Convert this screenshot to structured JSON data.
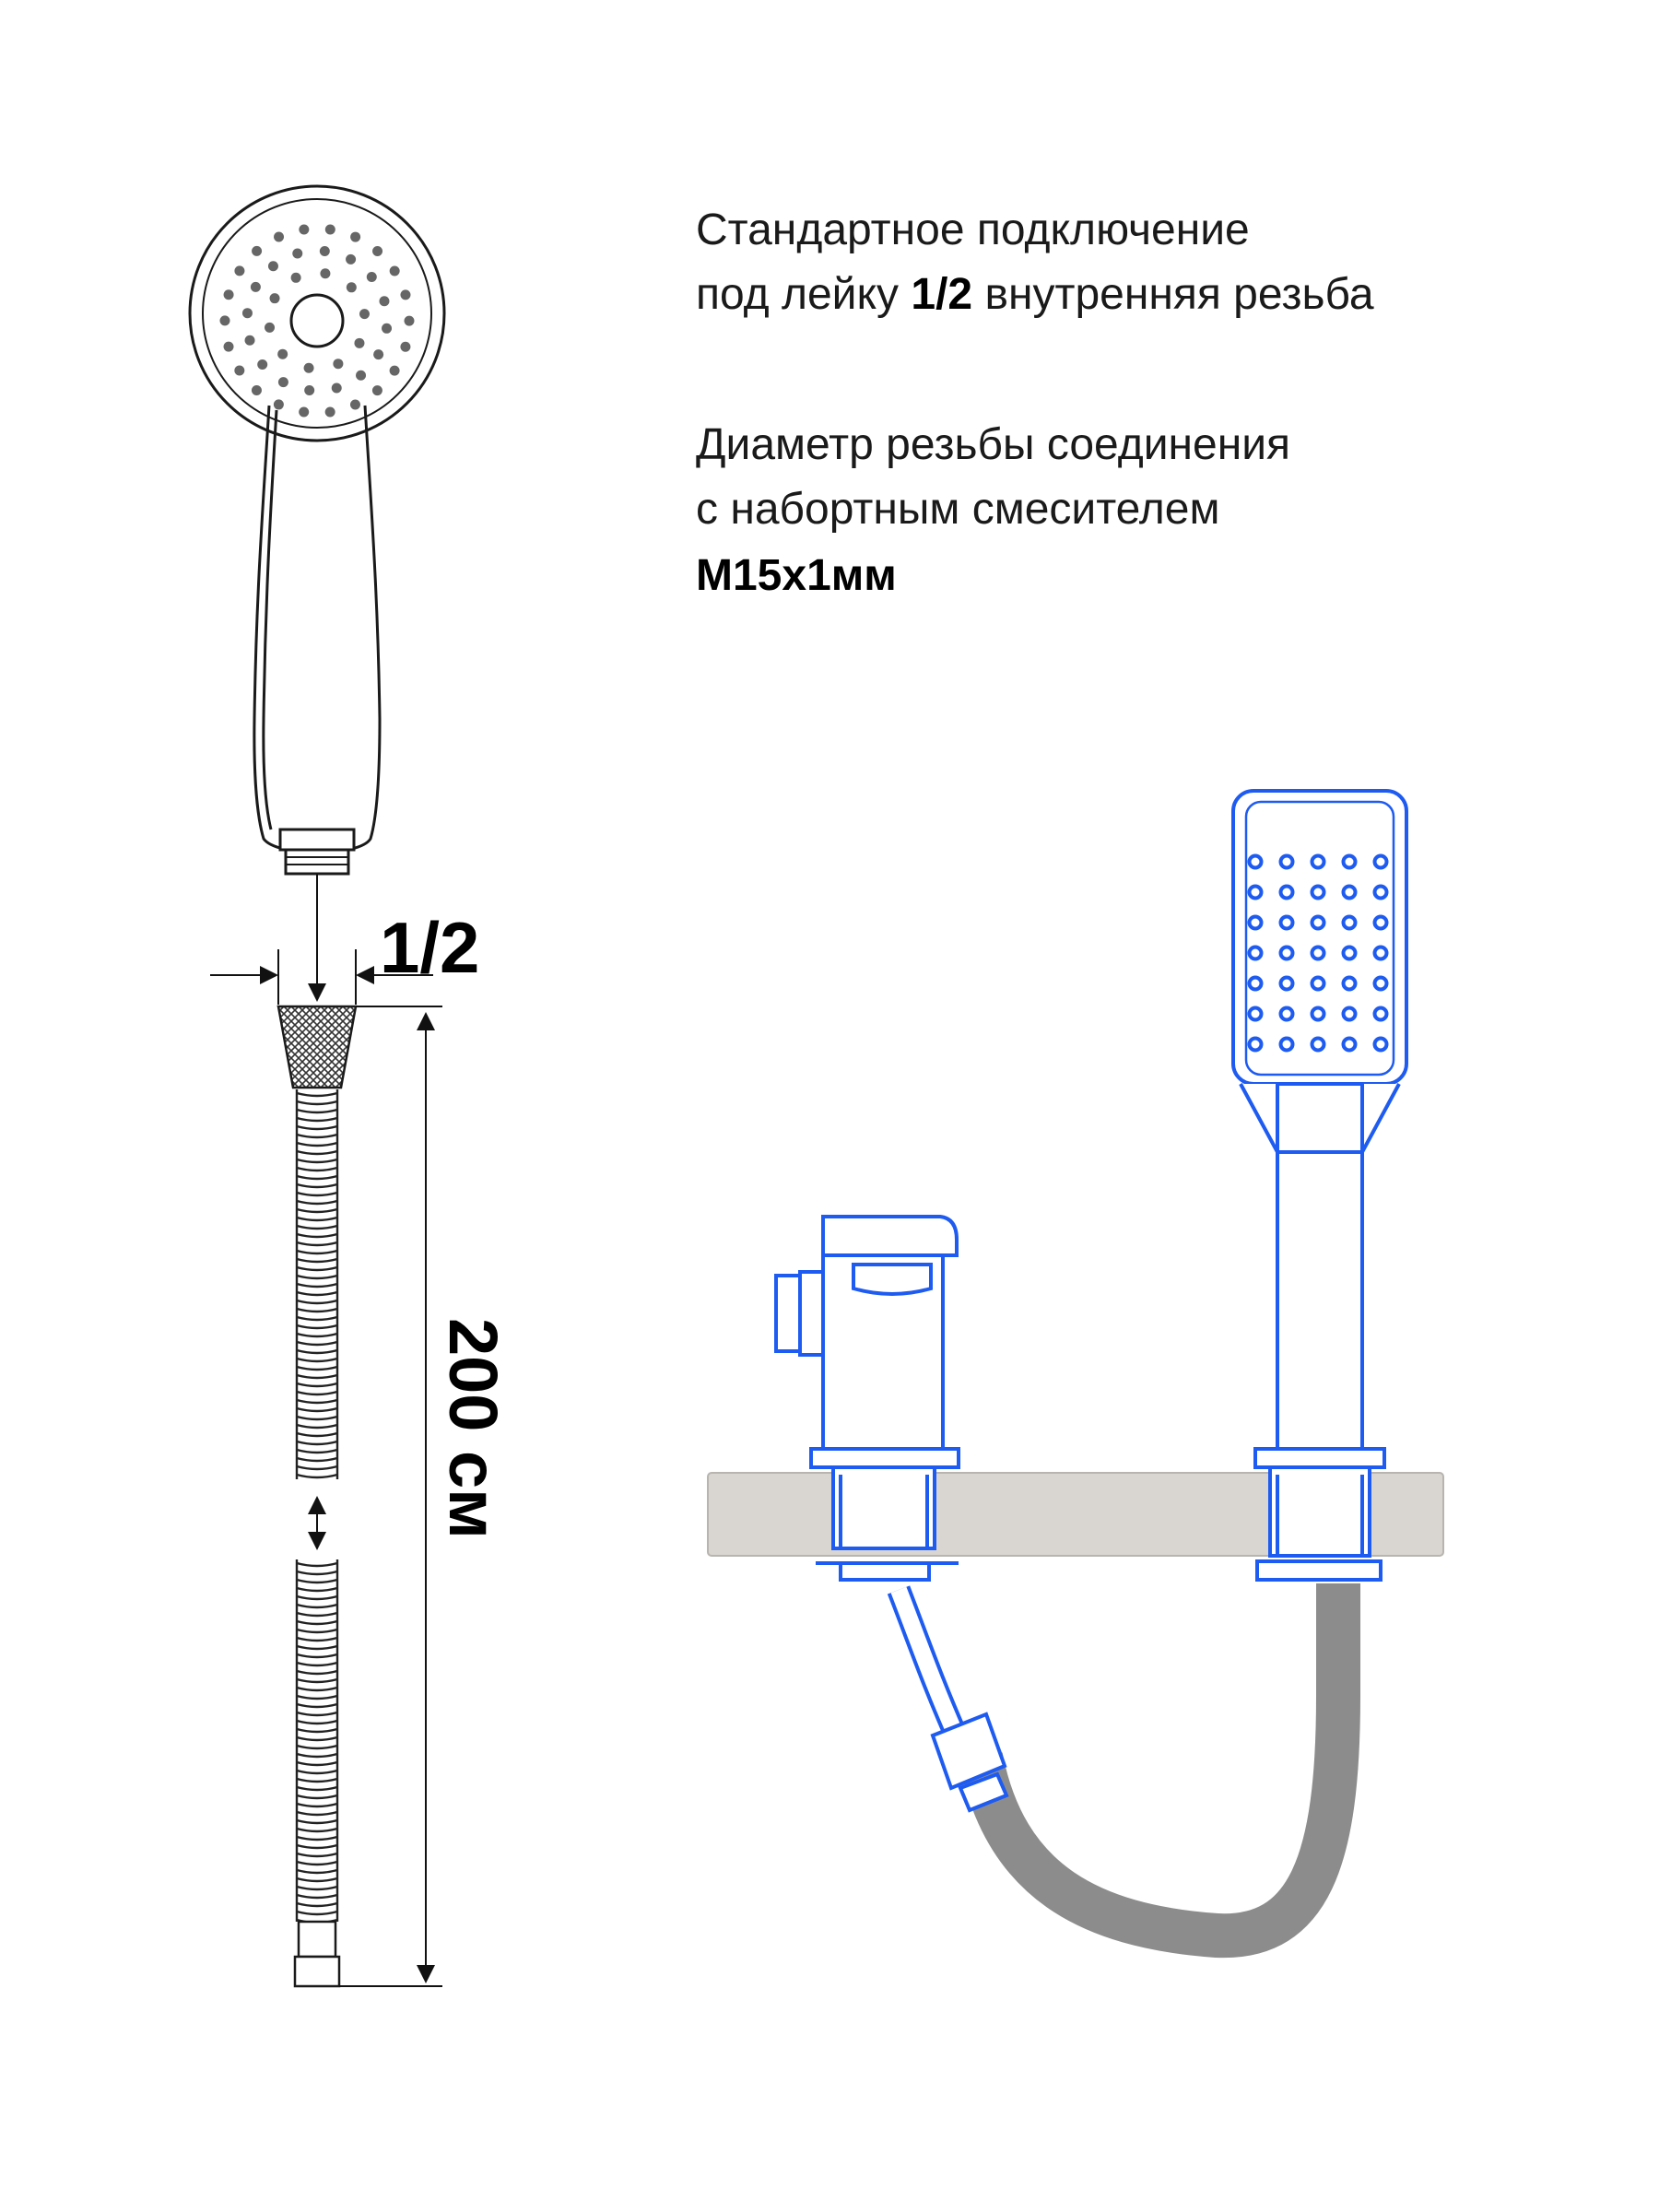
{
  "description": {
    "line1": "Стандартное подключение",
    "line2_prefix": "под лейку ",
    "line2_bold": "1/2",
    "line2_suffix": " внутренняя резьба",
    "line3": "Диаметр резьбы соединения",
    "line4": "с набортным смесителем",
    "line5_bold": "М15х1мм"
  },
  "dimensions": {
    "thread_size": "1/2",
    "hose_length": "200 см"
  },
  "colors": {
    "outline": "#1a1a1a",
    "blue": "#1e5bf0",
    "counter": "#d9d6d2",
    "hose_grey": "#8c8c8c"
  }
}
